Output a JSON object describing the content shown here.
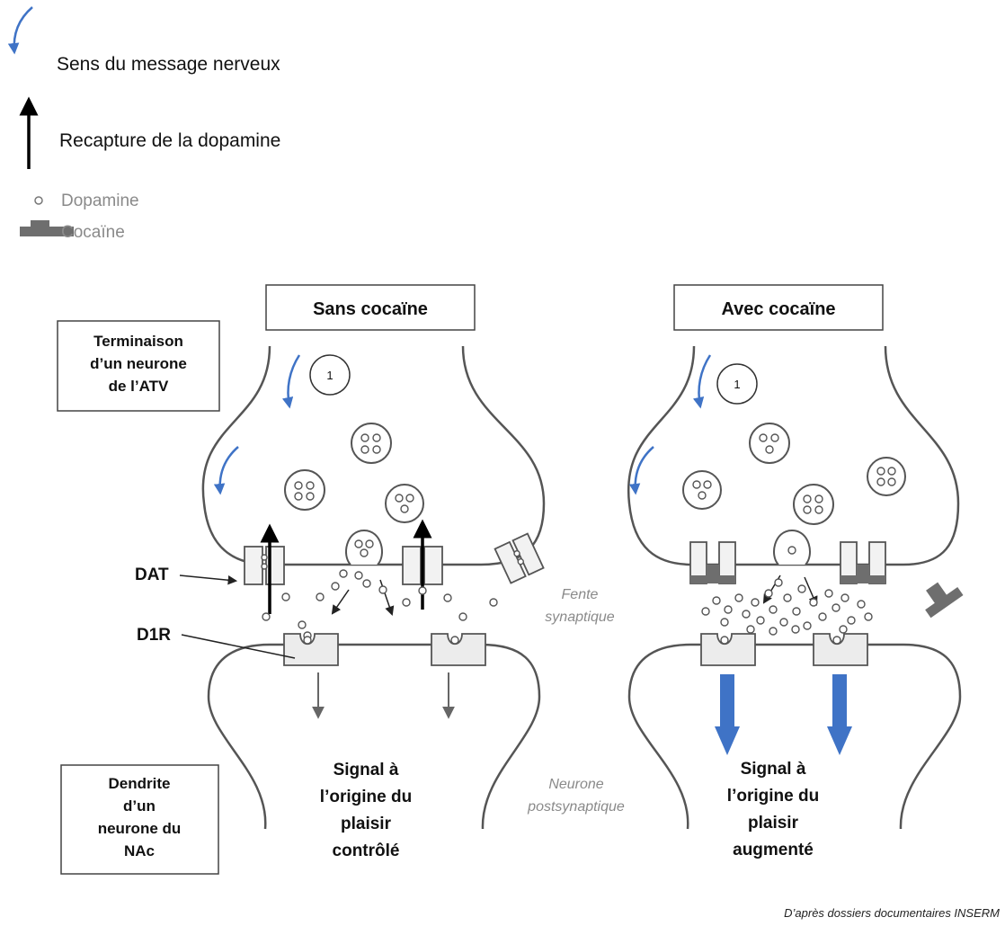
{
  "legend": {
    "nerve_message": "Sens du message nerveux",
    "reuptake": "Recapture de la dopamine",
    "dopamine": "Dopamine",
    "cocaine": "Cocaïne"
  },
  "panels": {
    "left_title": "Sans cocaïne",
    "right_title": "Avec cocaïne",
    "step_number_left": "1",
    "step_number_right": "1"
  },
  "labels": {
    "terminal": [
      "Terminaison",
      "d’un neurone",
      "de l’ATV"
    ],
    "dendrite": [
      "Dendrite",
      "d’un",
      "neurone du",
      "NAc"
    ],
    "dat": "DAT",
    "d1r": "D1R",
    "cleft": [
      "Fente",
      "synaptique"
    ],
    "postsynaptic": [
      "Neurone",
      "postsynaptique"
    ]
  },
  "signals": {
    "left": [
      "Signal à",
      "l’origine du",
      "plaisir",
      "contrôlé"
    ],
    "right": [
      "Signal à",
      "l’origine du",
      "plaisir",
      "augmenté"
    ]
  },
  "credit": "D’après dossiers documentaires INSERM",
  "colors": {
    "blue_arrow": "#3f73c6",
    "membrane": "#555555",
    "cocaine": "#6e6e6e",
    "grey_text": "#8a8a8a"
  }
}
